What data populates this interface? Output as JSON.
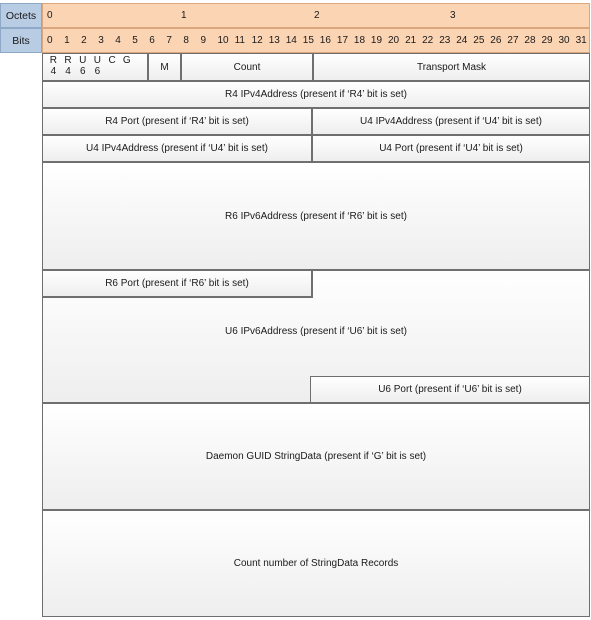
{
  "header": {
    "octets_label": "Octets",
    "bits_label": "Bits",
    "octets": [
      "0",
      "1",
      "2",
      "3"
    ],
    "bits": [
      "0",
      "1",
      "2",
      "3",
      "4",
      "5",
      "6",
      "7",
      "8",
      "9",
      "10",
      "11",
      "12",
      "13",
      "14",
      "15",
      "16",
      "17",
      "18",
      "19",
      "20",
      "21",
      "22",
      "23",
      "24",
      "25",
      "26",
      "27",
      "28",
      "29",
      "30",
      "31"
    ]
  },
  "flags": {
    "row1": [
      "R",
      "R",
      "U",
      "U",
      "C",
      "G"
    ],
    "row2": [
      "4",
      "4",
      "6",
      "6"
    ]
  },
  "fields": {
    "m": "M",
    "count": "Count",
    "transport_mask": "Transport Mask",
    "r4_ipv4": "R4 IPv4Address (present if ‘R4’ bit is set)",
    "r4_port": "R4 Port (present if ‘R4’ bit is set)",
    "u4_ipv4_a": "U4 IPv4Address (present if ‘U4’ bit is set)",
    "u4_ipv4_b": "U4 IPv4Address (present if ‘U4’ bit is set)",
    "u4_port": "U4 Port (present if ‘U4’ bit is set)",
    "r6_ipv6": "R6 IPv6Address (present if ‘R6’ bit is set)",
    "r6_port": "R6 Port (present if ‘R6’ bit is set)",
    "u6_ipv6": "U6 IPv6Address (present if ‘U6’ bit is set)",
    "u6_port": "U6 Port (present if ‘U6’ bit is set)",
    "daemon_guid": "Daemon GUID StringData (present if ‘G’ bit is set)",
    "count_records": "Count number of StringData Records"
  }
}
